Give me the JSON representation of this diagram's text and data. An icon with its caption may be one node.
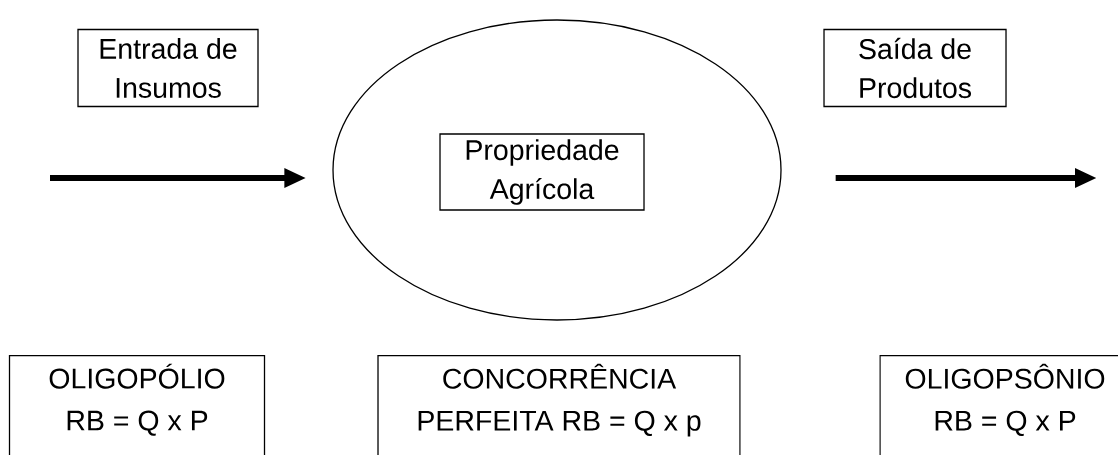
{
  "diagram": {
    "nodes": [
      {
        "text": [
          "Entrada de Insumos"
        ]
      },
      {
        "text": [],
        "shape": "ellipse"
      },
      {
        "text": [
          "Propriedade Agrícola"
        ],
        "in": 1
      },
      {
        "text": [
          "Saída de Produtos"
        ]
      },
      {
        "text": [
          "OLIGOPÓLIO RB = Q x P"
        ]
      },
      {
        "text": [
          "CONCORRÊNCIA PERFEITA RB = Q x p"
        ]
      },
      {
        "text": [
          "OLIGOPSÔNIO RB = Q x P"
        ]
      }
    ],
    "edges": [
      {
        "from": null,
        "to": 1,
        "arrow": "to"
      },
      {
        "from": 1,
        "to": null,
        "arrow": "to"
      }
    ]
  }
}
